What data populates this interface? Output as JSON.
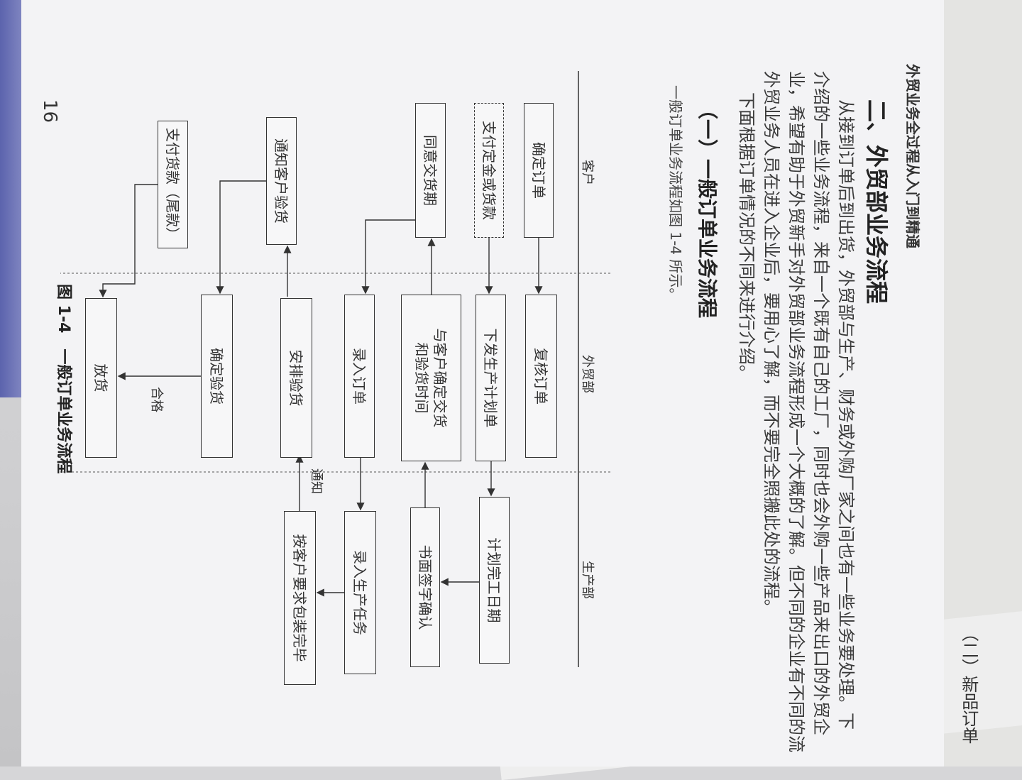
{
  "header": "外贸业务全过程从入门到精通",
  "section_title": "二、外贸部业务流程",
  "paragraph_lines": [
    "从接到订单后到出货，外贸部与生产、财务或外购厂家之间也有一些业务要处理。下",
    "介绍的一些业务流程，来自一个既有自己的工厂，同时也会外购一些产品来出口的外贸企",
    "业，希望有助于外贸新手对外贸部业务流程形成一个大概的了解。但不同的企业有不同的流",
    "外贸业务人员在进入企业后，要用心了解，而不要完全照搬此处的流程。",
    "下面根据订单情况的不同来进行介绍。"
  ],
  "subsection_title": "（一）一般订单业务流程",
  "intro": "一般订单业务流程如图 1-4 所示。",
  "lanes": [
    "客户",
    "外贸部",
    "生产部"
  ],
  "boxes": {
    "confirm_order": "确定订单",
    "pay_deposit": "支付定金或货款",
    "agree_delivery": "同意交货期",
    "notify_inspection": "通知客户验货",
    "pay_balance": "支付货款（尾款）",
    "review_order": "复核订单",
    "issue_plan": "下发生产计划单",
    "confirm_time_1": "与客户确定交货",
    "confirm_time_2": "和验货时间",
    "enter_order": "录入订单",
    "arrange_inspection": "安排验货",
    "confirm_inspection": "确定验货",
    "release": "放货",
    "plan_completion": "计划完工日期",
    "written_confirm": "书面签字确认",
    "enter_production": "录入生产任务",
    "packing_done": "按客户要求包装完毕"
  },
  "arrow_labels": {
    "notify": "通知",
    "qualified": "合格"
  },
  "caption": "图 1-4　一般订单业务流程",
  "page_number": "16",
  "next_page_text": "（二）新品订单",
  "colors": {
    "page": "#f3f3f5",
    "ink": "#333333",
    "left_strip": "#5b63ad"
  }
}
